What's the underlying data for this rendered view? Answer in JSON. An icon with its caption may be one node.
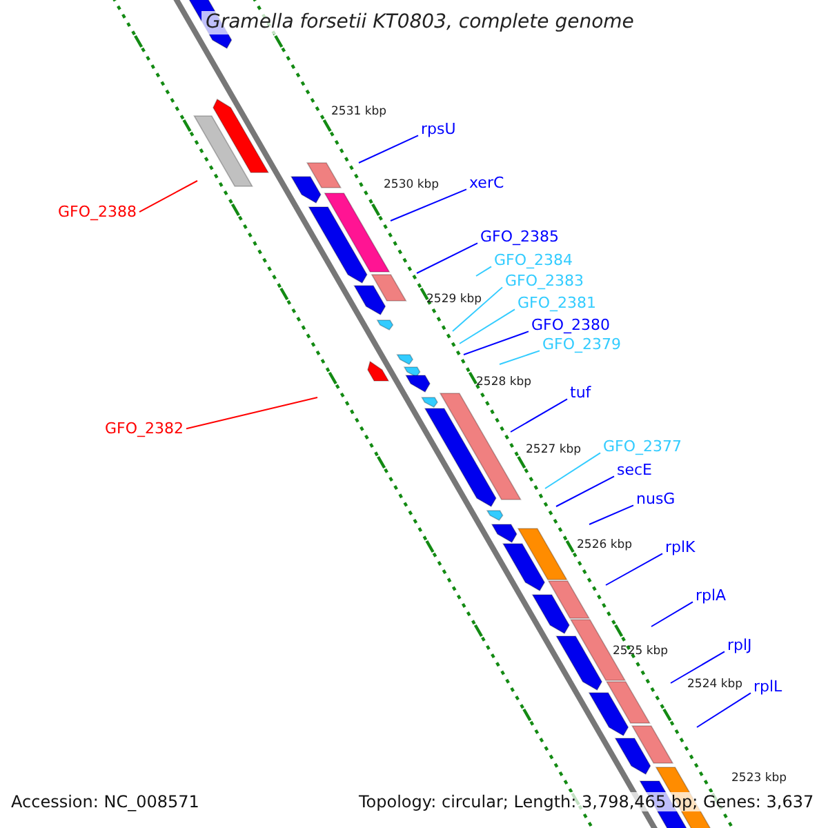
{
  "diagram": {
    "title": "Gramella forsetii KT0803, complete genome",
    "nodes": [
      {
        "text": [
          "rpsU"
        ]
      },
      {
        "text": [
          "xerC"
        ]
      },
      {
        "text": [
          "GFO_2388"
        ]
      },
      {
        "text": [
          "GFO_2385"
        ]
      },
      {
        "text": [
          "GFO_2384"
        ]
      },
      {
        "text": [
          "GFO_2383"
        ]
      },
      {
        "text": [
          "GFO_2381"
        ]
      },
      {
        "text": [
          "GFO_2380"
        ]
      },
      {
        "text": [
          "GFO_2379"
        ]
      },
      {
        "text": [
          "tuf"
        ]
      },
      {
        "text": [
          "GFO_2382"
        ]
      },
      {
        "text": [
          "GFO_2377"
        ]
      },
      {
        "text": [
          "secE"
        ]
      },
      {
        "text": [
          "nusG"
        ]
      },
      {
        "text": [
          "rplK"
        ]
      },
      {
        "text": [
          "rplA"
        ]
      },
      {
        "text": [
          "rplJ"
        ]
      },
      {
        "text": [
          "rplL"
        ]
      }
    ],
    "edges": [
      {
        "from": 0,
        "to": null,
        "arrow": "none"
      },
      {
        "from": 1,
        "to": null,
        "arrow": "none"
      },
      {
        "from": 2,
        "to": null,
        "arrow": "none",
        "color": "#ff0000"
      },
      {
        "from": 3,
        "to": null,
        "arrow": "none"
      },
      {
        "from": 4,
        "to": null,
        "arrow": "none",
        "color": "#33ccff"
      },
      {
        "from": 5,
        "to": null,
        "arrow": "none",
        "color": "#33ccff"
      },
      {
        "from": 6,
        "to": null,
        "arrow": "none",
        "color": "#33ccff"
      },
      {
        "from": 7,
        "to": null,
        "arrow": "none"
      },
      {
        "from": 8,
        "to": null,
        "arrow": "none",
        "color": "#33ccff"
      },
      {
        "from": 9,
        "to": null,
        "arrow": "none"
      },
      {
        "from": 10,
        "to": null,
        "arrow": "none",
        "color": "#ff0000"
      },
      {
        "from": 11,
        "to": null,
        "arrow": "none",
        "color": "#33ccff"
      },
      {
        "from": 12,
        "to": null,
        "arrow": "none"
      },
      {
        "from": 13,
        "to": null,
        "arrow": "none"
      },
      {
        "from": 14,
        "to": null,
        "arrow": "none"
      },
      {
        "from": 15,
        "to": null,
        "arrow": "none"
      },
      {
        "from": 16,
        "to": null,
        "arrow": "none"
      },
      {
        "from": 17,
        "to": null,
        "arrow": "none"
      }
    ],
    "labels": [
      "2531 kbp",
      "2530 kbp",
      "2529 kbp",
      "2528 kbp",
      "2527 kbp",
      "2526 kbp",
      "2525 kbp",
      "2524 kbp",
      "2523 kbp",
      "Accession: NC_008571",
      "Topology: circular; Length: 3,798,465 bp; Genes: 3,637"
    ]
  }
}
